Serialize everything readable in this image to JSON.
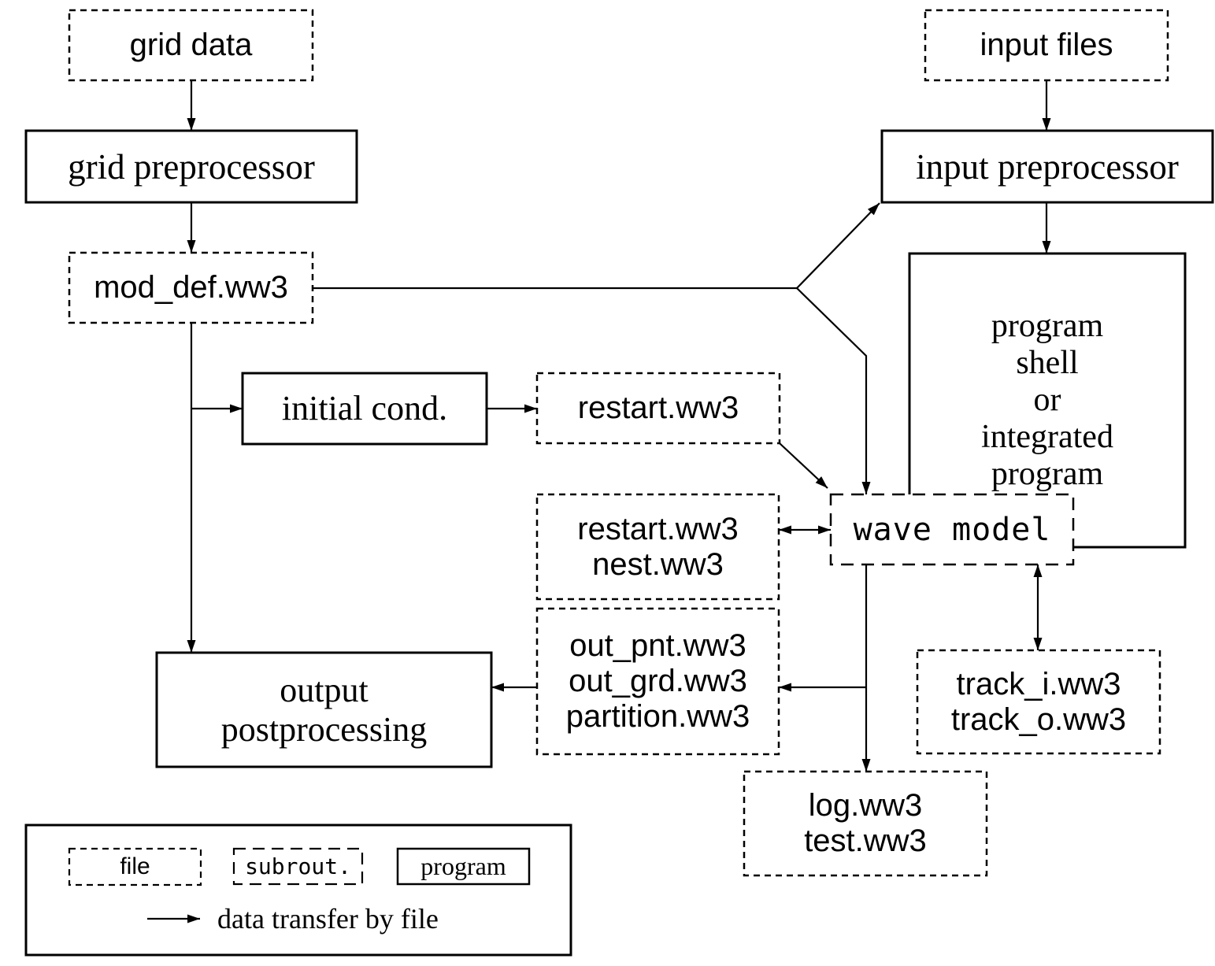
{
  "colors": {
    "ink": "#000000",
    "paper": "#ffffff"
  },
  "nodes": {
    "grid_data": {
      "label": "grid data",
      "kind": "file"
    },
    "grid_preprocessor": {
      "label": "grid preprocessor",
      "kind": "program"
    },
    "mod_def": {
      "label": "mod_def.ww3",
      "kind": "file"
    },
    "initial_cond": {
      "label": "initial cond.",
      "kind": "program"
    },
    "restart": {
      "label": "restart.ww3",
      "kind": "file"
    },
    "input_files": {
      "label": "input files",
      "kind": "file"
    },
    "input_preprocessor": {
      "label": "input preprocessor",
      "kind": "program"
    },
    "program_shell": {
      "lines": [
        "program",
        "shell",
        "or",
        "integrated",
        "program"
      ],
      "kind": "program"
    },
    "wave_model": {
      "label": "wave model",
      "kind": "subroutine"
    },
    "restart_nest": {
      "lines": [
        "restart.ww3",
        "nest.ww3"
      ],
      "kind": "file"
    },
    "out_files": {
      "lines": [
        "out_pnt.ww3",
        "out_grd.ww3",
        "partition.ww3"
      ],
      "kind": "file"
    },
    "output_postprocessing": {
      "lines": [
        "output",
        "postprocessing"
      ],
      "kind": "program"
    },
    "track_files": {
      "lines": [
        "track_i.ww3",
        "track_o.ww3"
      ],
      "kind": "file"
    },
    "log_test": {
      "lines": [
        "log.ww3",
        "test.ww3"
      ],
      "kind": "file"
    }
  },
  "legend": {
    "file_label": "file",
    "subroutine_label": "subrout.",
    "program_label": "program",
    "arrow_label": "data transfer by file"
  }
}
